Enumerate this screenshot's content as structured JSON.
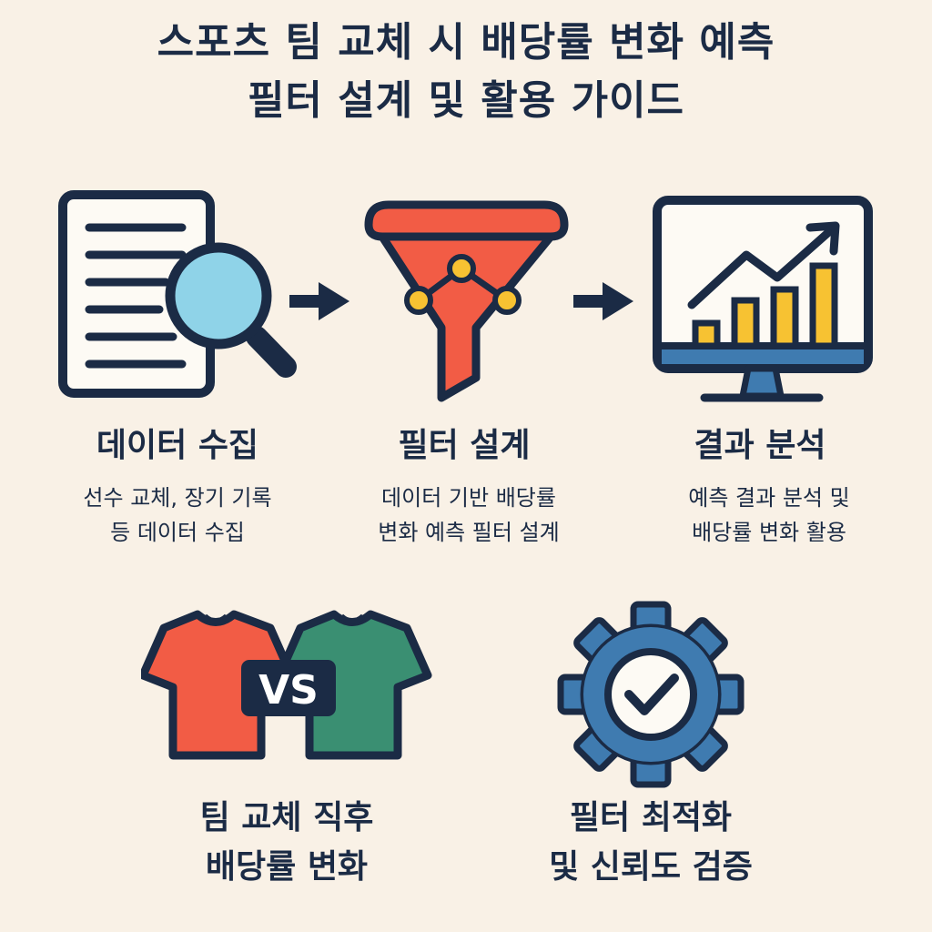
{
  "title": {
    "line1": "스포츠 팀 교체 시 배당률 변화 예측",
    "line2": "필터 설계 및 활용 가이드"
  },
  "steps": [
    {
      "icon": "document-magnifier-icon",
      "label": "데이터 수집",
      "desc_line1": "선수 교체, 장기 기록",
      "desc_line2": "등 데이터 수집"
    },
    {
      "icon": "funnel-filter-icon",
      "label": "필터 설계",
      "desc_line1": "데이터 기반 배당률",
      "desc_line2": "변화 예측 필터 설계"
    },
    {
      "icon": "monitor-chart-icon",
      "label": "결과 분석",
      "desc_line1": "예측 결과 분석 및",
      "desc_line2": "배당률 변화 활용"
    }
  ],
  "bottom": [
    {
      "icon": "jerseys-vs-icon",
      "badge": "VS",
      "line1": "팀 교체 직후",
      "line2": "배당률 변화"
    },
    {
      "icon": "gear-check-icon",
      "line1": "필터 최적화",
      "line2": "및 신뢰도 검증"
    }
  ],
  "colors": {
    "background": "#f9f1e6",
    "navy": "#1b2b45",
    "red": "#f25c45",
    "green": "#3a8f72",
    "yellow": "#f7c232",
    "light_blue": "#8fd3e8",
    "steel_blue": "#3f7bb0"
  }
}
